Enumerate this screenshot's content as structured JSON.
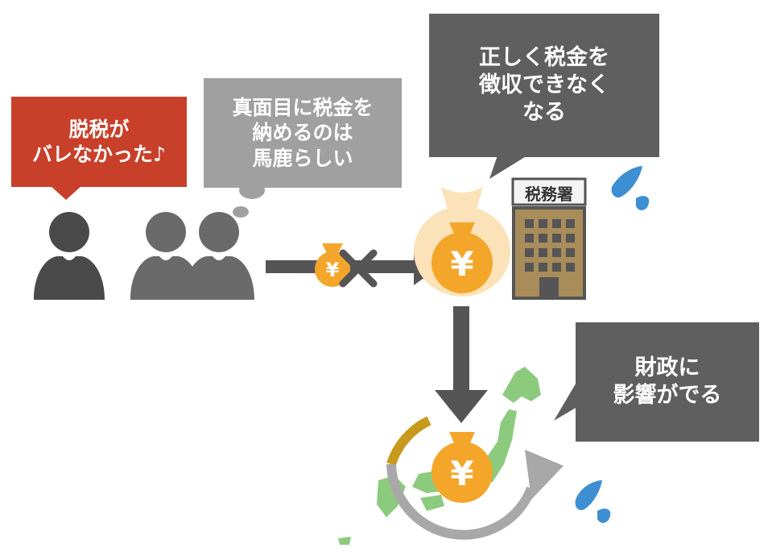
{
  "speech": {
    "red": {
      "lines": [
        "脱税が",
        "バレなかった♪"
      ]
    },
    "gray": {
      "lines": [
        "真面目に税金を",
        "納めるのは",
        "馬鹿らしい"
      ]
    },
    "top": {
      "lines": [
        "正しく税金を",
        "徴収できなく",
        "なる"
      ]
    },
    "right": {
      "lines": [
        "財政に",
        "影響がでる"
      ]
    }
  },
  "tax_office": {
    "label": "税務署"
  },
  "money_bag": {
    "symbol": "¥"
  },
  "icons": [
    "person-icon",
    "money-bag-icon",
    "cross-icon",
    "building-icon",
    "japan-map-icon",
    "cycle-arrow-icon",
    "sweat-drop-icon"
  ],
  "colors": {
    "accent_red": "#c8402a",
    "light_gray": "#a0a0a0",
    "dark_gray": "#5f5f5f",
    "bag_orange": "#f4a62a",
    "bag_light": "#fbe2b8",
    "map_green": "#8ccb7e",
    "building_tan": "#a88c5a",
    "drop_blue": "#3d8fd1"
  }
}
